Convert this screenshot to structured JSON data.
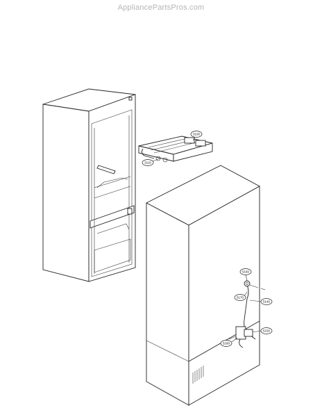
{
  "watermark": "AppliancePartsPros.com",
  "callouts": {
    "c1": "3100",
    "c2": "3110",
    "c3": "5160",
    "c4": "5170",
    "c5": "5140",
    "c6": "5150",
    "c7": "5180"
  }
}
